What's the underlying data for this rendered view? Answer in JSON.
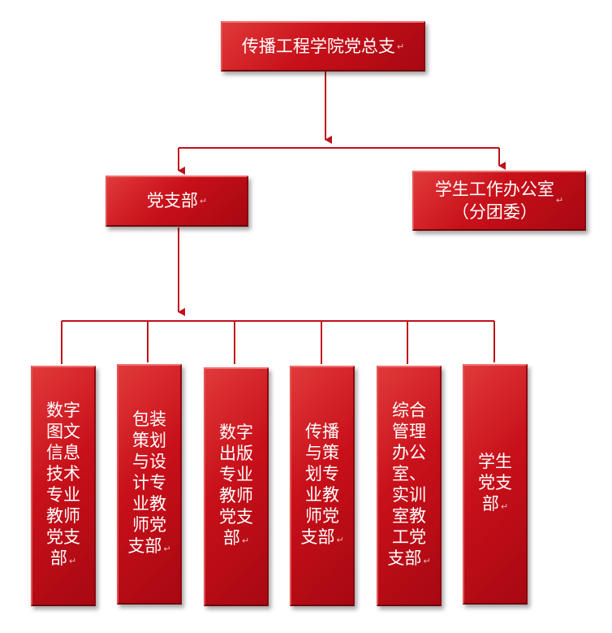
{
  "colors": {
    "box_main": "#c8101a",
    "box_light": "#e03a3a",
    "box_dark": "#a80812",
    "text": "#ffffff",
    "connector": "#c0101a"
  },
  "top": {
    "label": "传播工程学院党总支"
  },
  "level2": [
    {
      "label": "党支部"
    },
    {
      "label": "学生工作办公室\n（分团委）"
    }
  ],
  "branches": [
    {
      "lines": [
        "数字",
        "图文",
        "信息",
        "技术",
        "专业",
        "教师",
        "党支",
        "部"
      ]
    },
    {
      "lines": [
        "包装",
        "策划",
        "与设",
        "计专",
        "业教",
        "师党",
        "支部"
      ]
    },
    {
      "lines": [
        "数字",
        "出版",
        "专业",
        "教师",
        "党支",
        "部"
      ]
    },
    {
      "lines": [
        "传播",
        "与策",
        "划专",
        "业教",
        "师党",
        "支部"
      ]
    },
    {
      "lines": [
        "综合",
        "管理",
        "办公",
        "室、",
        "实训",
        "室教",
        "工党",
        "支部"
      ]
    },
    {
      "lines": [
        "学生",
        "党支",
        "部"
      ]
    }
  ],
  "paragraph_mark": "↵"
}
